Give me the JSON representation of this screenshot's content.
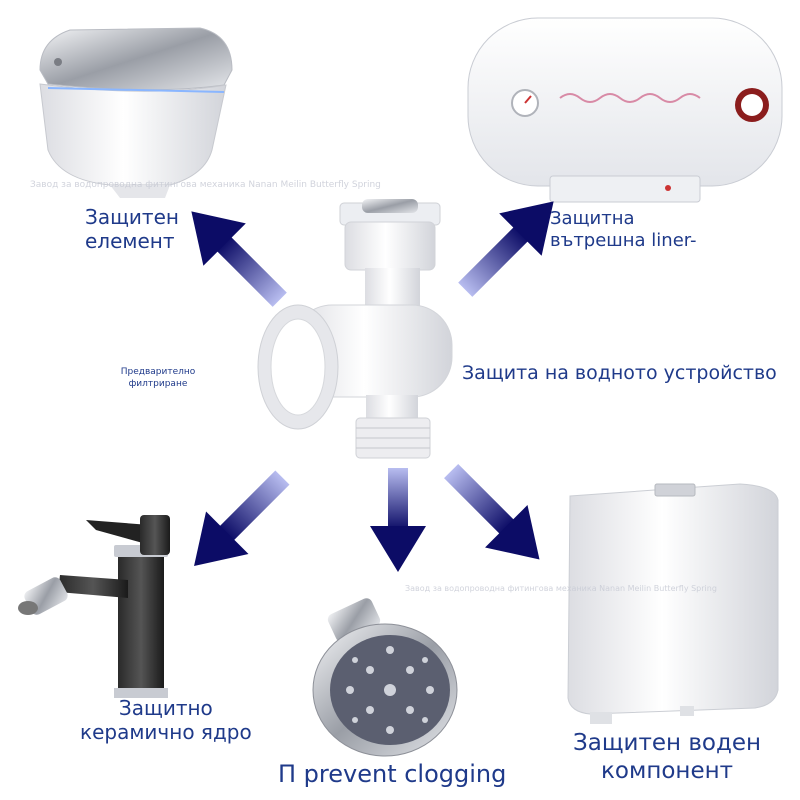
{
  "labels": {
    "toilet": "Защитен\nелемент",
    "heater": "Защитна\nвътрешна liner-",
    "center": "Защита на водното устройство",
    "prefilter": "Предварително\nфилтриране",
    "faucet": "Защитно\nкерамично ядро",
    "shower": "П prevent clogging",
    "tank": "Защитен воден\nкомпонент"
  },
  "watermarks": {
    "top": "Завод за водопроводна фитингова механика Nanan Meilin Butterfly Spring",
    "middle": "Завод за водопроводна фитингова механика Nanan Meilin Butterfly Spring"
  },
  "colors": {
    "label": "#1f3a8a",
    "arrow_dark": "#10106e",
    "arrow_light": "#8a90d8"
  },
  "icons": [
    "smart-toilet",
    "water-heater",
    "tee-valve",
    "basin-faucet",
    "shower-head",
    "cistern-tank"
  ]
}
